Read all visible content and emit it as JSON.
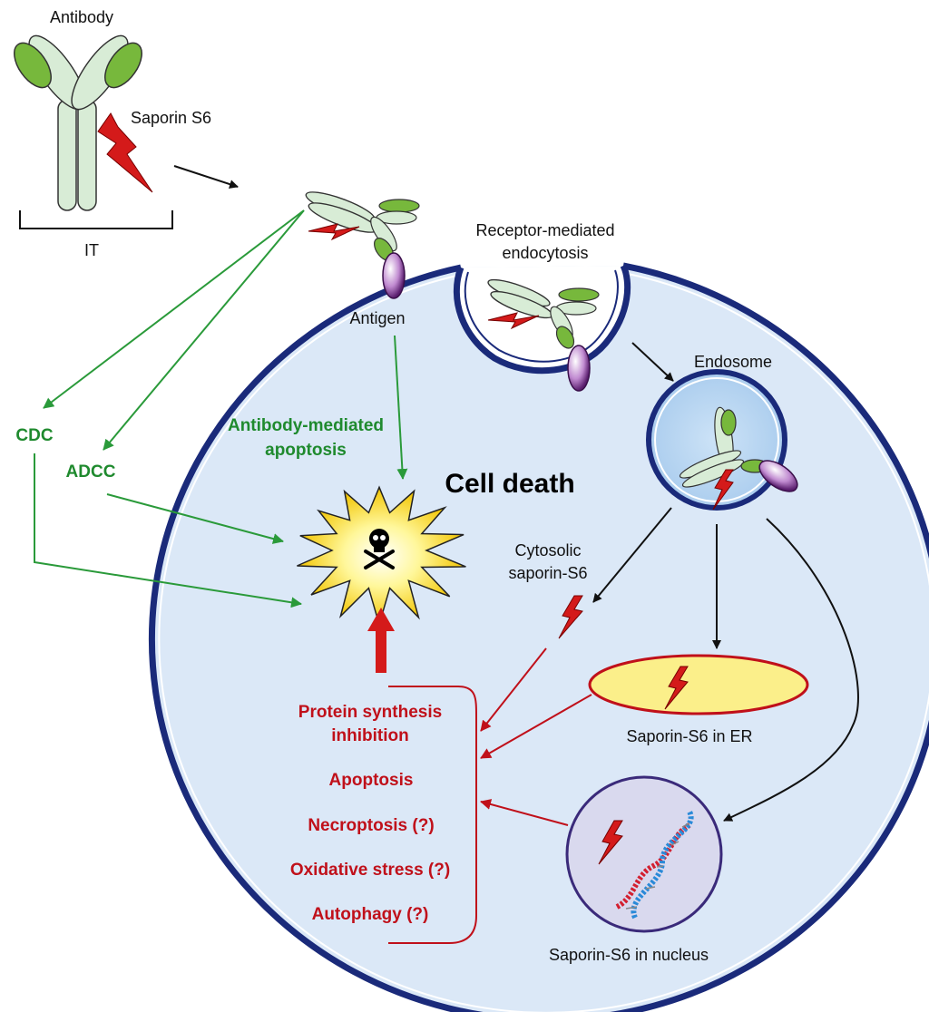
{
  "labels": {
    "antibody": "Antibody",
    "saporin_s6": "Saporin S6",
    "it": "IT",
    "receptor_line1": "Receptor-mediated",
    "receptor_line2": "endocytosis",
    "antigen": "Antigen",
    "endosome": "Endosome",
    "cdc": "CDC",
    "adcc": "ADCC",
    "ab_apoptosis_line1": "Antibody-mediated",
    "ab_apoptosis_line2": "apoptosis",
    "cell_death": "Cell death",
    "cytosolic_line1": "Cytosolic",
    "cytosolic_line2": "saporin-S6",
    "saporin_er": "Saporin-S6 in ER",
    "saporin_nucleus": "Saporin-S6 in nucleus"
  },
  "mechanisms": [
    "Protein synthesis",
    "inhibition",
    "Apoptosis",
    "Necroptosis (?)",
    "Oxidative stress (?)",
    "Autophagy (?)"
  ],
  "colors": {
    "cell_fill": "#dbe8f7",
    "membrane": "#1a2a7a",
    "antibody_fill": "#d8ecd6",
    "antibody_tip": "#77b83c",
    "antigen": "#6b2c7e",
    "toxin": "#d41a1a",
    "green_arrow": "#2a9a3a",
    "red_arrow": "#c0101a",
    "star_fill": "#ffee44",
    "er_fill": "#fbef8a",
    "nucleus_fill": "#d9d9ee"
  },
  "icons": [
    "skull-crossbones-icon",
    "lightning-toxin-icon",
    "dna-helix-icon"
  ]
}
